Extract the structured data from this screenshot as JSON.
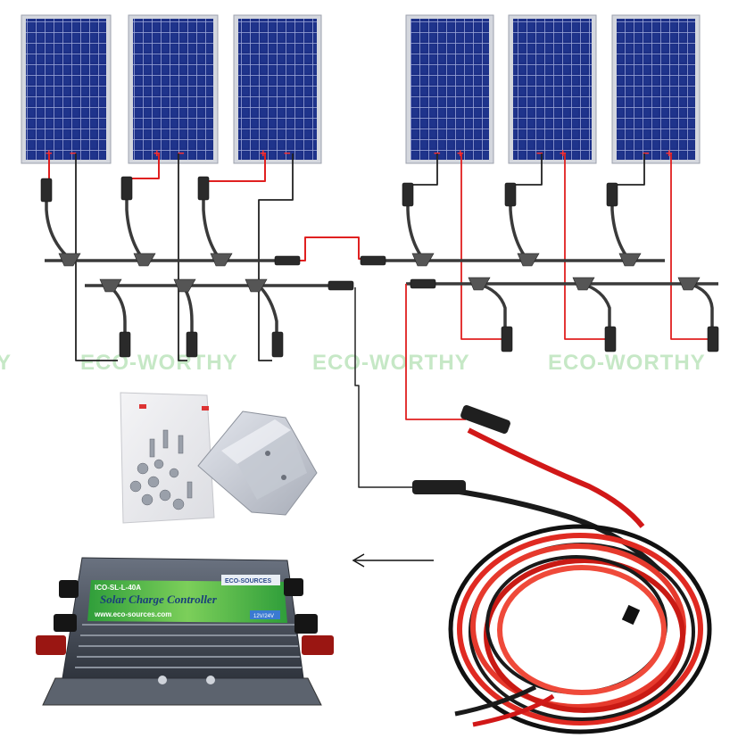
{
  "watermark": {
    "left": "Y",
    "center_left": "ECO-WORTHY",
    "center": "ECO-WORTHY",
    "right": "ECO-WORTHY"
  },
  "panels": [
    {
      "plus": "+",
      "minus": "−"
    },
    {
      "plus": "+",
      "minus": "−"
    },
    {
      "plus": "+",
      "minus": "−"
    },
    {
      "plus": "+",
      "minus": "−"
    },
    {
      "plus": "+",
      "minus": "−"
    },
    {
      "plus": "+",
      "minus": "−"
    }
  ],
  "controller": {
    "model": "ICO-SL-L-40A",
    "brand": "ECO-SOURCES",
    "title": "Solar Charge Controller",
    "url": "www.eco-sources.com",
    "badge": "12V/24V"
  },
  "colors": {
    "panel_cell": "#1c2f86",
    "panel_frame": "#c8ccd4",
    "wire_red": "#e02020",
    "wire_black": "#222222",
    "watermark": "#c6e8c6",
    "controller_body": "#4a5260",
    "controller_label": "#3fae3f"
  }
}
